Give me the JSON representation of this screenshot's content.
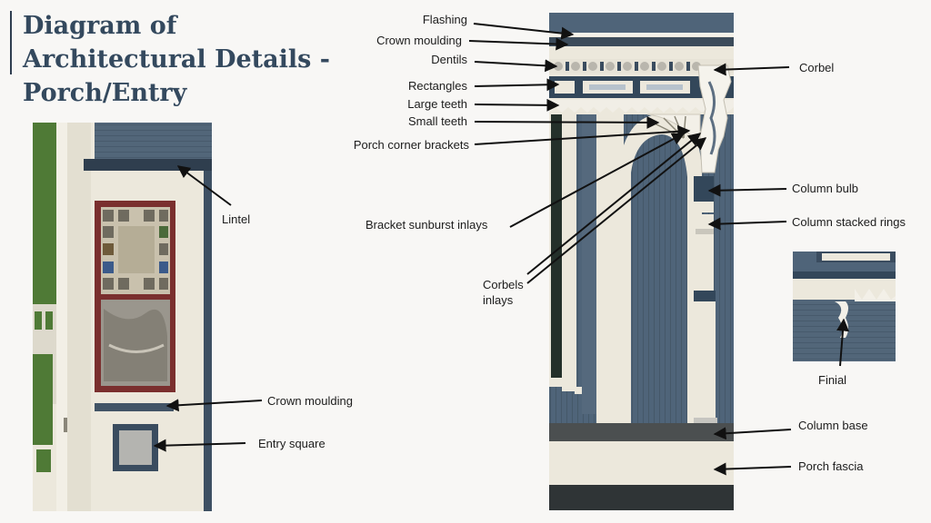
{
  "title": "Diagram of Architectural Details - Porch/Entry",
  "labels": {
    "lintel": "Lintel",
    "crown_moulding_left": "Crown moulding",
    "entry_square": "Entry square",
    "flashing": "Flashing",
    "crown_moulding": "Crown moulding",
    "dentils": "Dentils",
    "rectangles": "Rectangles",
    "large_teeth": "Large teeth",
    "small_teeth": "Small teeth",
    "porch_corner_brackets": "Porch corner brackets",
    "bracket_sunburst_inlays": "Bracket sunburst inlays",
    "corbels_inlays_1": "Corbels",
    "corbels_inlays_2": "inlays",
    "corbel": "Corbel",
    "column_bulb": "Column bulb",
    "column_stacked_rings": "Column stacked rings",
    "finial": "Finial",
    "column_base": "Column base",
    "porch_fascia": "Porch fascia"
  },
  "colors": {
    "siding": "#4e6378",
    "trim": "#ece8dc",
    "window_frame": "#7a2f2e",
    "title": "#34495e",
    "arrow": "#111111"
  }
}
